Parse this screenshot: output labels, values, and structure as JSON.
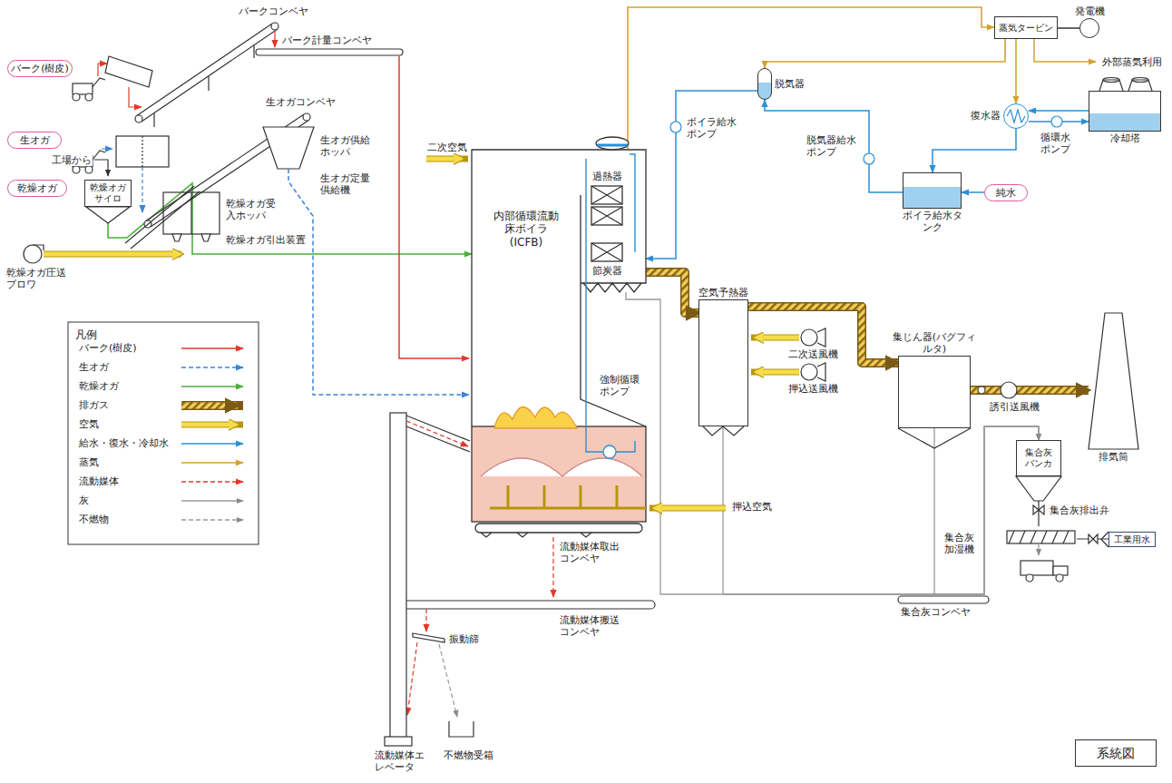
{
  "diagram": {
    "nodes": [
      {
        "text": [
          "バーク(樹皮)"
        ]
      },
      {
        "text": [
          "生オガ"
        ]
      },
      {
        "text": [
          "乾燥オガ"
        ]
      },
      {
        "text": [
          "乾燥オガサイロ"
        ]
      },
      {
        "text": [
          "内部循環流動床ボイラ(ICFB)"
        ]
      },
      {
        "text": [
          "空気予熱器"
        ]
      },
      {
        "text": [
          "蒸気タービン"
        ]
      },
      {
        "text": [
          "発電機"
        ]
      },
      {
        "text": [
          "復水器"
        ]
      },
      {
        "text": [
          "冷却塔"
        ]
      },
      {
        "text": [
          "脱気器"
        ]
      },
      {
        "text": [
          "ボイラ給水タンク"
        ]
      },
      {
        "text": [
          "純水"
        ]
      },
      {
        "text": [
          "集じん器(バグフィルタ)"
        ]
      },
      {
        "text": [
          "排気筒"
        ]
      },
      {
        "text": [
          "集合灰バンカ"
        ]
      },
      {
        "text": [
          "工業用水"
        ]
      },
      {
        "text": [
          "系統図"
        ]
      }
    ],
    "edges": [
      {
        "from": 3,
        "to": 4,
        "arrow": "to"
      },
      {
        "from": 4,
        "to": 6,
        "arrow": "to"
      },
      {
        "from": 6,
        "to": 7,
        "arrow": "none"
      },
      {
        "from": 6,
        "to": 10,
        "arrow": "to"
      },
      {
        "from": 6,
        "to": 8,
        "arrow": "to"
      },
      {
        "from": 9,
        "to": 8,
        "arrow": "to"
      },
      {
        "from": 8,
        "to": 11,
        "arrow": "to"
      },
      {
        "from": 12,
        "to": 11,
        "arrow": "to"
      },
      {
        "from": 11,
        "to": 10,
        "arrow": "to"
      },
      {
        "from": 10,
        "to": 4,
        "arrow": "to"
      },
      {
        "from": 4,
        "to": 5,
        "arrow": "to"
      },
      {
        "from": 5,
        "to": 13,
        "arrow": "to"
      },
      {
        "from": 13,
        "to": 14,
        "arrow": "to"
      },
      {
        "from": 4,
        "to": 15,
        "arrow": "to"
      },
      {
        "from": 5,
        "to": 15,
        "arrow": "to"
      },
      {
        "from": 13,
        "to": 15,
        "arrow": "to"
      },
      {
        "from": 8,
        "to": 9,
        "arrow": "to"
      }
    ],
    "labels": [
      "バークコンベヤ",
      "バーク計量コンベヤ",
      "生オガコンベヤ",
      "生オガ供給ホッパ",
      "生オガ定量供給機",
      "工場から",
      "乾燥オガ受入ホッパ",
      "乾燥オガ引出装置",
      "乾燥オガ圧送ブロワ",
      "二次空気",
      "過熱器",
      "節炭器",
      "強制循環ポンプ",
      "押込空気",
      "流動媒体取出コンベヤ",
      "流動媒体搬送コンベヤ",
      "振動篩",
      "流動媒体エレベータ",
      "不燃物受箱",
      "ボイラ給水ポンプ",
      "脱気器給水ポンプ",
      "外部蒸気利用",
      "循環水ポンプ",
      "二次送風機",
      "押込送風機",
      "誘引送風機",
      "集合灰排出弁",
      "集合灰加湿機",
      "集合灰コンベヤ",
      "凡例"
    ],
    "legend": [
      {
        "text": "バーク(樹皮)"
      },
      {
        "text": "生オガ"
      },
      {
        "text": "乾燥オガ"
      },
      {
        "text": "排ガス"
      },
      {
        "text": "空気"
      },
      {
        "text": "給水・復水・冷却水"
      },
      {
        "text": "蒸気"
      },
      {
        "text": "流動媒体"
      },
      {
        "text": "灰"
      },
      {
        "text": "不燃物"
      }
    ]
  }
}
